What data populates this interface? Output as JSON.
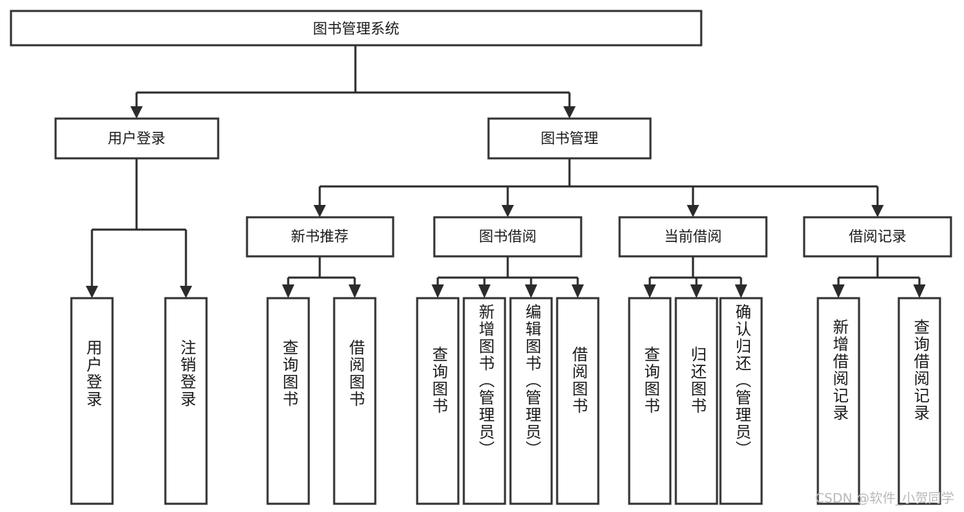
{
  "diagram": {
    "kind": "tree-hierarchy",
    "title": "图书管理系统",
    "orientation": "top-down",
    "colors": {
      "box_fill": "#ffffff",
      "box_stroke": "#333333",
      "connector": "#2b2b2b",
      "text": "#1a1a1a",
      "watermark": "#b9b9b9",
      "background": "#ffffff"
    },
    "root": {
      "label": "图书管理系统"
    },
    "level2": [
      {
        "label": "用户登录"
      },
      {
        "label": "图书管理"
      }
    ],
    "level3": [
      {
        "label": "新书推荐"
      },
      {
        "label": "图书借阅"
      },
      {
        "label": "当前借阅"
      },
      {
        "label": "借阅记录"
      }
    ],
    "leaves": {
      "user_login": [
        {
          "label": "用户登录"
        },
        {
          "label": "注销登录"
        }
      ],
      "new_book_recommend": [
        {
          "label": "查询图书"
        },
        {
          "label": "借阅图书"
        }
      ],
      "book_borrow": [
        {
          "label": "查询图书"
        },
        {
          "label": "新增图书（管理员）"
        },
        {
          "label": "编辑图书（管理员）"
        },
        {
          "label": "借阅图书"
        }
      ],
      "current_borrow": [
        {
          "label": "查询图书"
        },
        {
          "label": "归还图书"
        },
        {
          "label": "确认归还（管理员）"
        }
      ],
      "borrow_record": [
        {
          "label": "新增借阅记录"
        },
        {
          "label": "查询借阅记录"
        }
      ]
    },
    "watermark": "CSDN @软件_小贺同学"
  }
}
